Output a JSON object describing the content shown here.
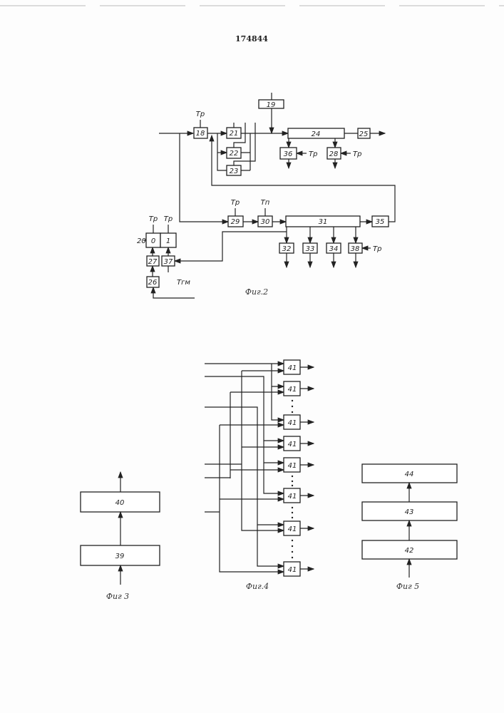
{
  "patent_number": "174844",
  "fig2": {
    "caption": "Фиг.2",
    "blocks": {
      "b18": "18",
      "b19": "19",
      "b21": "21",
      "b22": "22",
      "b23": "23",
      "b24": "24",
      "b25": "25",
      "b36": "36",
      "b28": "28",
      "b29": "29",
      "b30": "30",
      "b31": "31",
      "b35": "35",
      "b32": "32",
      "b33": "33",
      "b34": "34",
      "b38": "38",
      "b0": "0",
      "b1": "1",
      "b27": "27",
      "b37": "37",
      "b26": "26",
      "b20": "20"
    },
    "signals": {
      "tr": "Тр",
      "tp": "Тп",
      "tgm": "Тгм"
    }
  },
  "fig3": {
    "caption": "Фиг 3",
    "blocks": {
      "b40": "40",
      "b39": "39"
    }
  },
  "fig4": {
    "caption": "Фиг.4",
    "block": "41"
  },
  "fig5": {
    "caption": "Фиг 5",
    "blocks": {
      "b44": "44",
      "b43": "43",
      "b42": "42"
    }
  }
}
